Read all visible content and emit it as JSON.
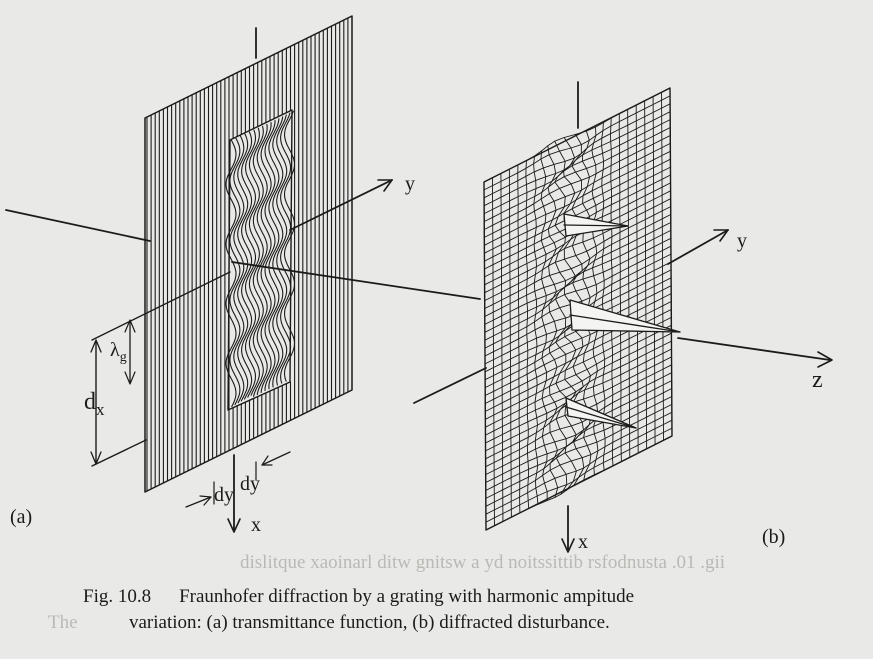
{
  "figure": {
    "panel_a_label": "(a)",
    "panel_b_label": "(b)",
    "axis_labels_a": {
      "x": "x",
      "y": "y",
      "lambda": "λ",
      "lambda_sub": "g",
      "dx": "d",
      "dx_sub": "x",
      "dy1": "dy",
      "dy2": "dy"
    },
    "axis_labels_b": {
      "x": "x",
      "y": "y",
      "z": "z"
    }
  },
  "caption": {
    "number": "Fig. 10.8",
    "line1": "Fraunhofer diffraction by a grating with harmonic ampitude",
    "line2": "variation: (a) transmittance function, (b) diffracted disturbance."
  },
  "show_through": {
    "line1": "dislitque xaoinarl ditw gnitsw a yd noitssittib rsfodnusta .01 .gii",
    "line2": "The"
  },
  "colors": {
    "paper": "#e9e9e7",
    "ink": "#1b1b1b",
    "bleed": "#b9b9b6"
  }
}
